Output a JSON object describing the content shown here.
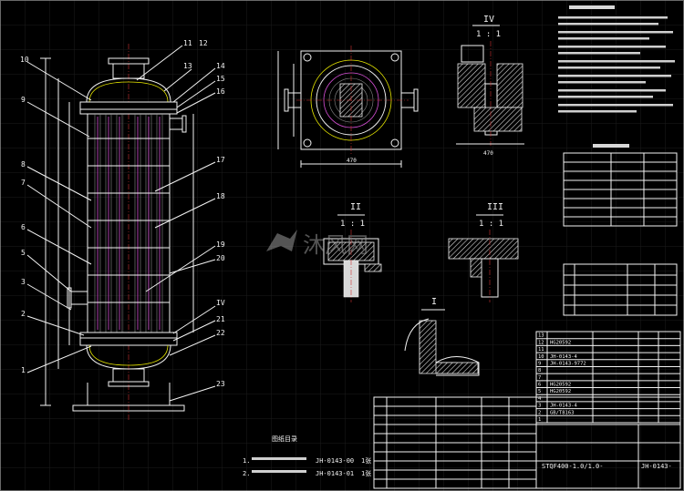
{
  "leaders": [
    "10",
    "11",
    "12",
    "13",
    "14",
    "15",
    "16",
    "9",
    "8",
    "7",
    "17",
    "18",
    "6",
    "5",
    "3",
    "19",
    "20",
    "2",
    "1",
    "21",
    "22",
    "23",
    "IV"
  ],
  "views": {
    "view_iv": {
      "roman": "IV",
      "scale": "1 : 1"
    },
    "view_ii": {
      "roman": "II",
      "scale": "1 : 1"
    },
    "view_iii": {
      "roman": "III",
      "scale": "1 : 1"
    },
    "view_i": {
      "roman": "I"
    }
  },
  "dims": {
    "top_width": "470",
    "side_width": "470"
  },
  "watermark": {
    "text": "沐风网"
  },
  "drawing_list": {
    "title": "图纸目录",
    "rows": [
      {
        "idx": "1.",
        "code": "JH-0143-00",
        "num": "1张"
      },
      {
        "idx": "2.",
        "code": "JH-0143-01",
        "num": "1张"
      }
    ]
  },
  "parts": {
    "rows": [
      {
        "no": "13",
        "code": "",
        "name": "",
        "qty": "",
        "mat": ""
      },
      {
        "no": "12",
        "code": "HG20592",
        "name": "",
        "qty": "",
        "mat": ""
      },
      {
        "no": "11",
        "code": "",
        "name": "",
        "qty": "",
        "mat": ""
      },
      {
        "no": "10",
        "code": "JH-0143-4",
        "name": "",
        "qty": "",
        "mat": ""
      },
      {
        "no": "9",
        "code": "JH-0143-9772",
        "name": "",
        "qty": "",
        "mat": ""
      },
      {
        "no": "8",
        "code": "",
        "name": "",
        "qty": "",
        "mat": ""
      },
      {
        "no": "7",
        "code": "",
        "name": "",
        "qty": "",
        "mat": ""
      },
      {
        "no": "6",
        "code": "HG20592",
        "name": "",
        "qty": "",
        "mat": ""
      },
      {
        "no": "5",
        "code": "HG20592",
        "name": "",
        "qty": "",
        "mat": ""
      },
      {
        "no": "4",
        "code": "",
        "name": "",
        "qty": "",
        "mat": ""
      },
      {
        "no": "3",
        "code": "JH-0143-4",
        "name": "",
        "qty": "",
        "mat": ""
      },
      {
        "no": "2",
        "code": "GB/T8163",
        "name": "",
        "qty": "",
        "mat": ""
      },
      {
        "no": "1",
        "code": "",
        "name": "",
        "qty": "",
        "mat": ""
      }
    ]
  },
  "title_block": {
    "model": "STQF400-1.0/1.0-",
    "code": "JH-0143-"
  }
}
